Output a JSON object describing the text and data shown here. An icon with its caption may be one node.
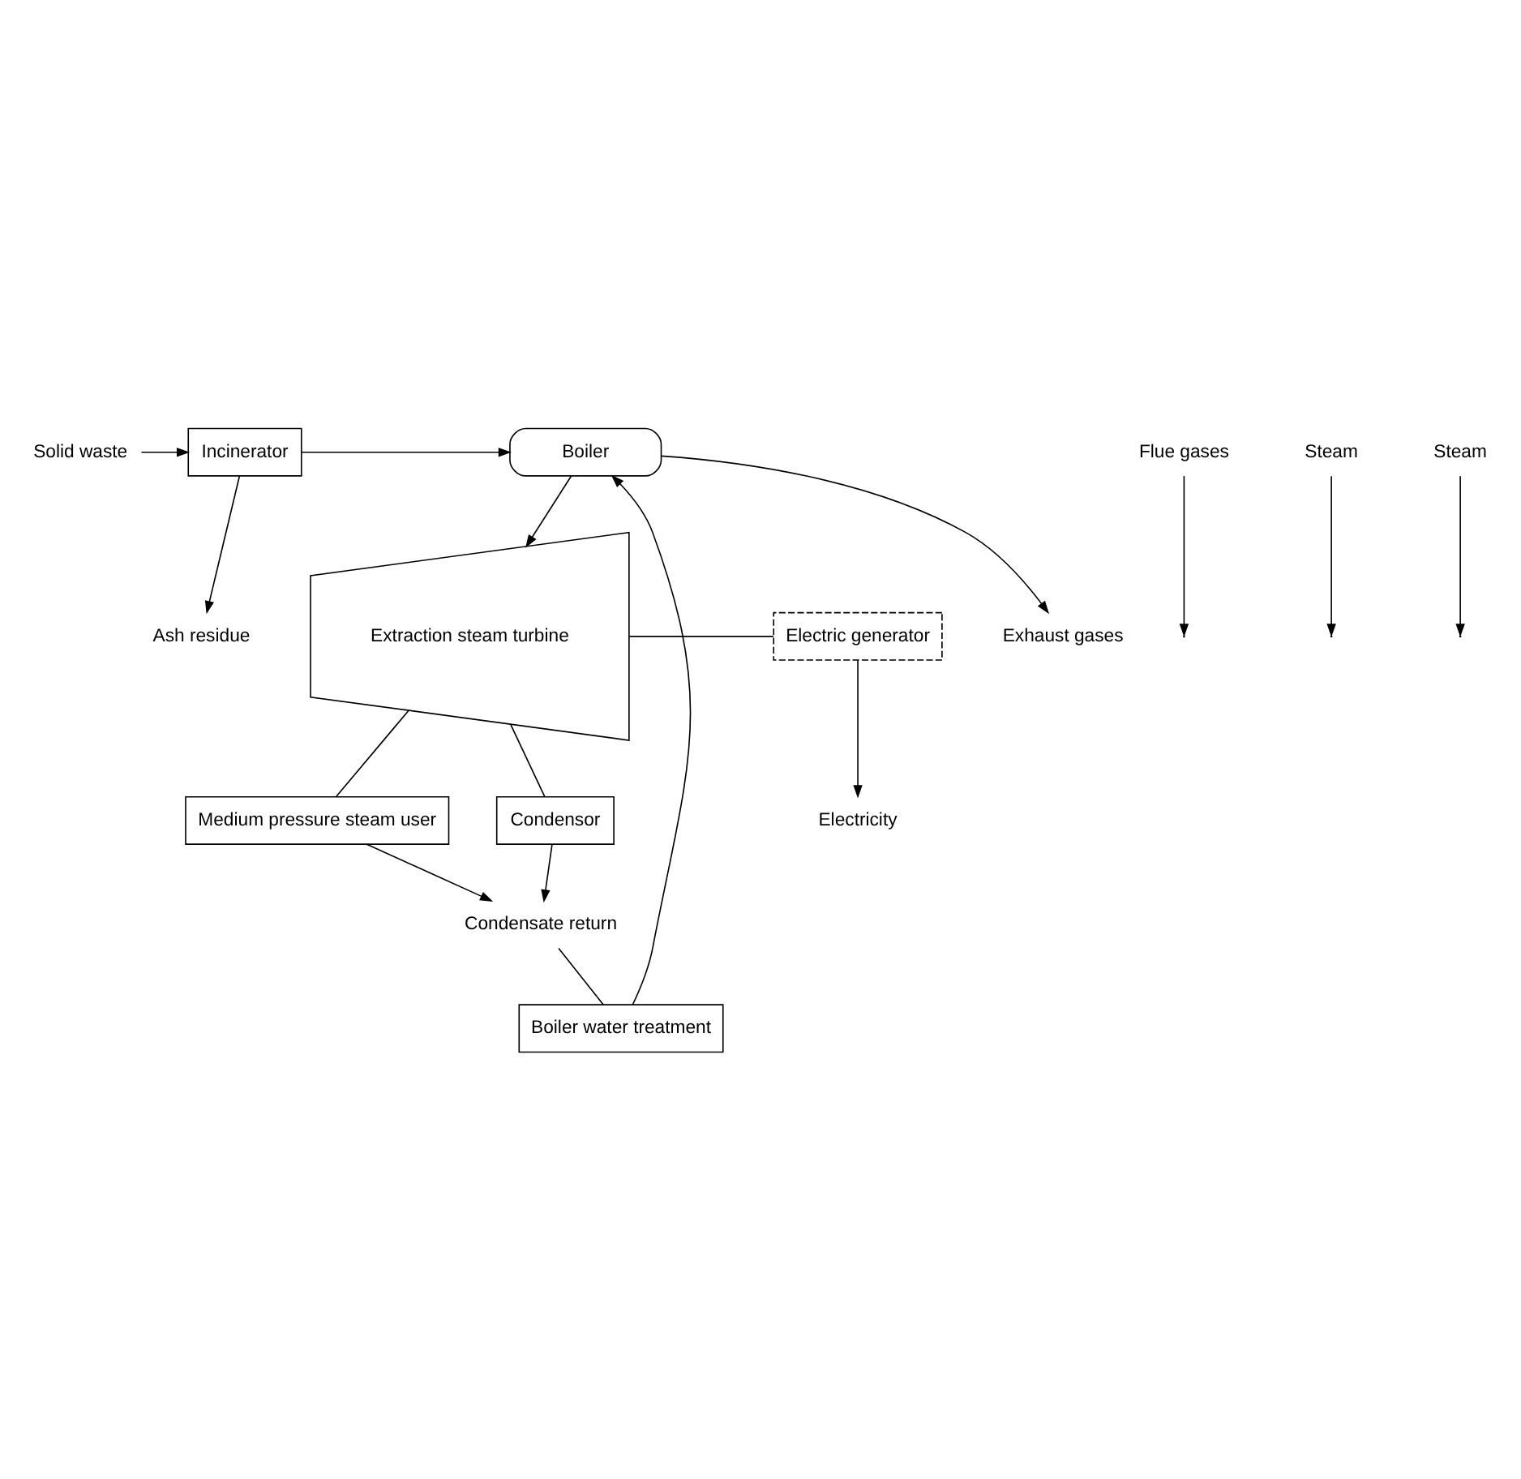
{
  "diagram": {
    "nodes": [
      {
        "text": [
          "Solid waste"
        ]
      },
      {
        "text": [
          "Incinerator"
        ]
      },
      {
        "text": [
          "Ash residue"
        ]
      },
      {
        "text": [
          "Flue gases"
        ]
      },
      {
        "text": [
          "Boiler"
        ]
      },
      {
        "text": [
          "Exhaust gases"
        ]
      },
      {
        "text": [
          "Boiler water treatment"
        ]
      },
      {
        "text": [
          "Condensate return"
        ]
      },
      {
        "text": [
          "Steam"
        ]
      },
      {
        "text": [
          "Extraction steam turbine"
        ]
      },
      {
        "text": [
          "Electricity"
        ]
      },
      {
        "text": [
          "Electric generator"
        ]
      },
      {
        "text": [
          "Medium pressure steam user"
        ]
      },
      {
        "text": [
          "Steam"
        ]
      },
      {
        "text": [
          "Condensor"
        ]
      }
    ],
    "edges": [
      {
        "from": 0,
        "to": 1,
        "arrow": "to"
      },
      {
        "from": 1,
        "to": 4,
        "arrow": "to"
      },
      {
        "from": 1,
        "to": 2,
        "arrow": "to"
      },
      {
        "from": 3,
        "to": null,
        "arrow": "to"
      },
      {
        "from": 4,
        "to": 5,
        "arrow": "to"
      },
      {
        "from": 6,
        "to": 4,
        "arrow": "to"
      },
      {
        "from": 7,
        "to": 6,
        "arrow": "none"
      },
      {
        "from": 4,
        "to": 9,
        "arrow": "to"
      },
      {
        "from": 8,
        "to": null,
        "arrow": "to"
      },
      {
        "from": 11,
        "to": 10,
        "arrow": "to"
      },
      {
        "from": 9,
        "to": 11,
        "arrow": "none"
      },
      {
        "from": 9,
        "to": 12,
        "arrow": "none"
      },
      {
        "from": 13,
        "to": null,
        "arrow": "to"
      },
      {
        "from": 9,
        "to": 14,
        "arrow": "none"
      },
      {
        "from": 12,
        "to": 7,
        "arrow": "to"
      },
      {
        "from": 14,
        "to": 7,
        "arrow": "to"
      }
    ]
  }
}
